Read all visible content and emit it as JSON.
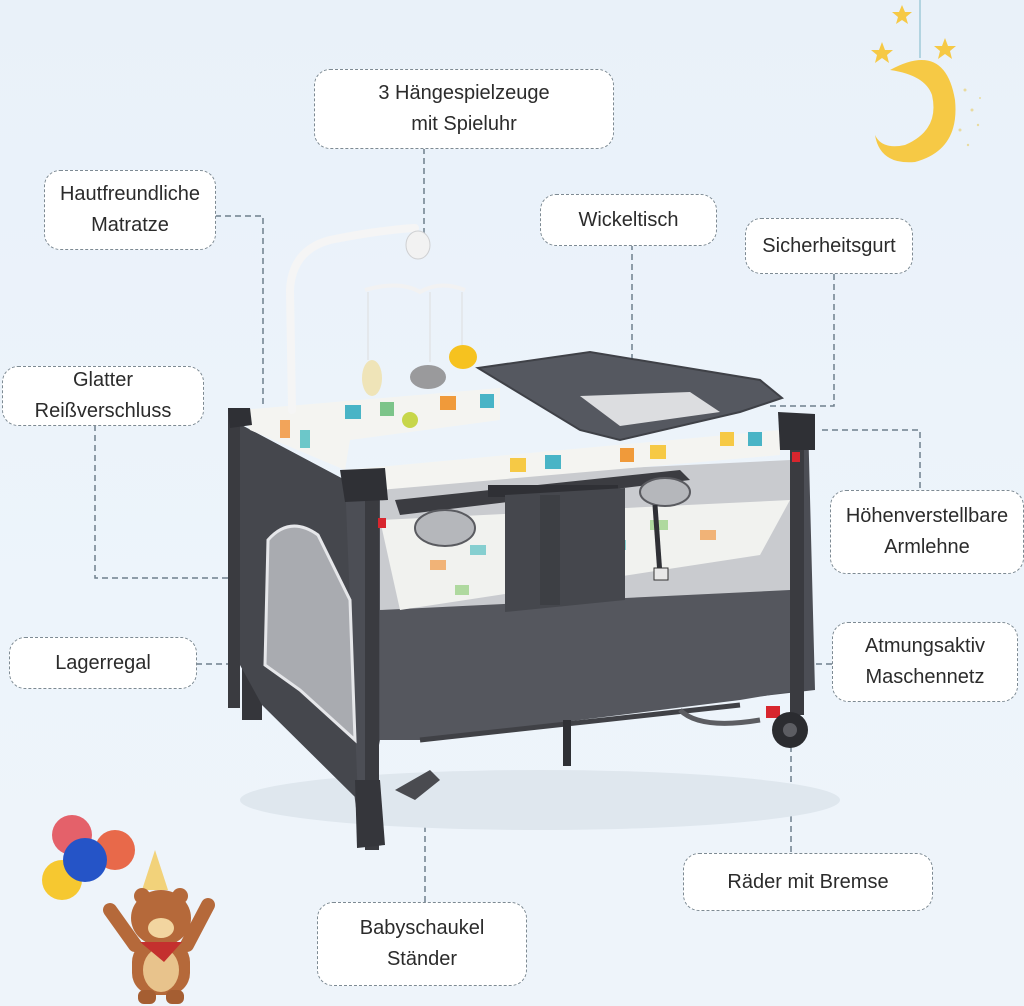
{
  "image": {
    "subject": "Baby travel cot / playpen with changing table, mobile and storage",
    "background_color": "#eaf2f9"
  },
  "labels": {
    "mobile": {
      "line1": "3 Hängespielzeuge",
      "line2": "mit Spieluhr"
    },
    "mattress": {
      "line1": "Hautfreundliche",
      "line2": "Matratze"
    },
    "changing_table": {
      "line1": "Wickeltisch"
    },
    "safety_belt": {
      "line1": "Sicherheitsgurt"
    },
    "zipper": {
      "line1": "Glatter",
      "line2": "Reißverschluss"
    },
    "armrest": {
      "line1": "Höhenverstellbare",
      "line2": "Armlehne"
    },
    "storage_shelf": {
      "line1": "Lagerregal"
    },
    "mesh": {
      "line1": "Atmungsaktiv",
      "line2": "Maschennetz"
    },
    "wheels": {
      "line1": "Räder mit Bremse"
    },
    "rocker_stand": {
      "line1": "Babyschaukel",
      "line2": "Ständer"
    }
  },
  "colors": {
    "label_border": "#7d8a93",
    "label_text": "#2b2b2b",
    "crib_fabric": "#4a4c52",
    "crib_frame": "#3a3b40",
    "moon": "#f6c945",
    "bear": "#b5693a",
    "brake": "#d8262e"
  },
  "decorations": {
    "moon_icon": "crescent moon with stars",
    "bear_icon": "bear with party hat holding balloons"
  }
}
